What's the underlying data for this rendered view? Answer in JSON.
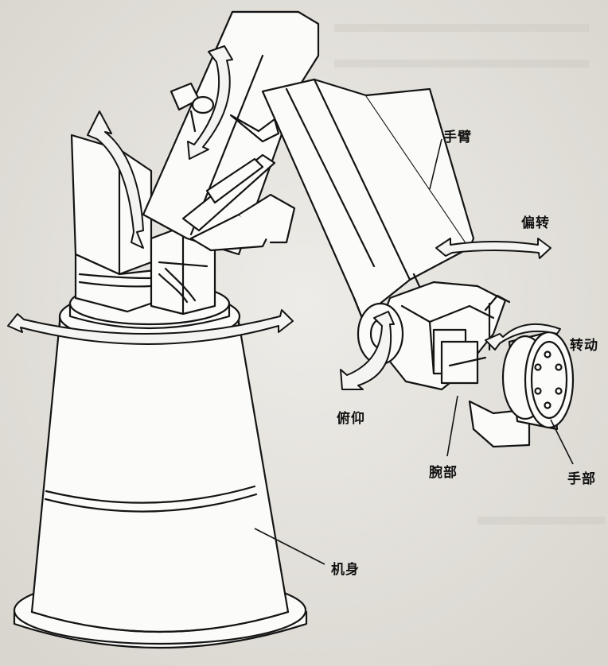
{
  "diagram": {
    "labels": {
      "arm": "手臂",
      "yaw": "偏转",
      "roll": "转动",
      "pitch": "俯仰",
      "wrist": "腕部",
      "hand": "手部",
      "body": "机身"
    }
  }
}
